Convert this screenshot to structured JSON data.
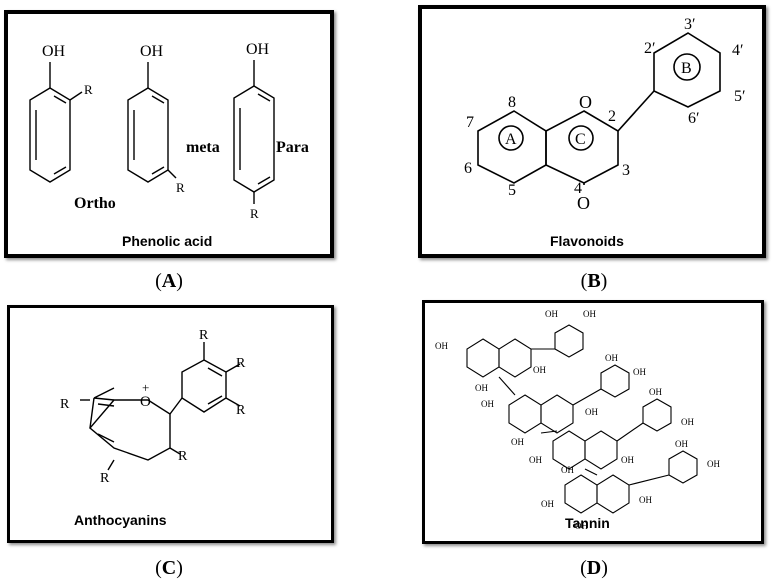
{
  "panels": [
    {
      "id": "A",
      "caption": "Phenolic acid",
      "letter": "A",
      "molecules": [
        {
          "name": "ortho",
          "hydroxyl": "OH",
          "substituent": "R",
          "position_label": "Ortho"
        },
        {
          "name": "meta",
          "hydroxyl": "OH",
          "substituent": "R",
          "position_label": "meta"
        },
        {
          "name": "para",
          "hydroxyl": "OH",
          "substituent": "R",
          "position_label": "Para"
        }
      ]
    },
    {
      "id": "B",
      "caption": "Flavonoids",
      "letter": "B",
      "ring_labels": [
        "A",
        "B",
        "C"
      ],
      "atom_numbers": [
        "2",
        "3",
        "4",
        "5",
        "6",
        "7",
        "8",
        "2′",
        "3′",
        "4′",
        "5′",
        "6′"
      ],
      "heteroatom": "O",
      "carbonyl": "O"
    },
    {
      "id": "C",
      "caption": "Anthocyanins",
      "letter": "C",
      "substituent": "R",
      "oxonium": "O",
      "charge": "+"
    },
    {
      "id": "D",
      "caption": "Tannin",
      "letter": "D",
      "hydroxyl": "OH"
    }
  ]
}
